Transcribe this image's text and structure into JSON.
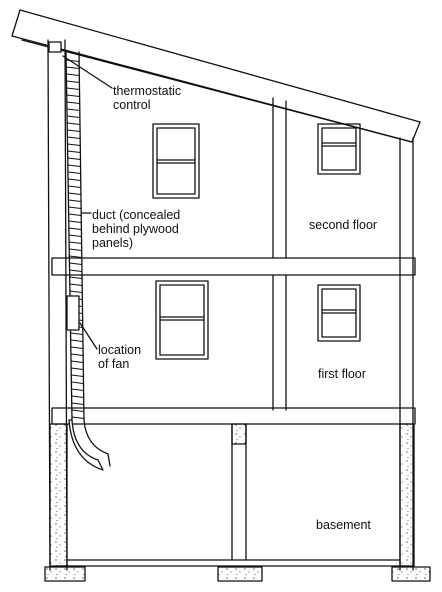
{
  "labels": {
    "thermostatic_control": [
      "thermostatic",
      "control"
    ],
    "duct": [
      "duct (concealed",
      "behind plywood",
      "panels)"
    ],
    "fan_location": [
      "location",
      "of fan"
    ],
    "second_floor": "second floor",
    "first_floor": "first floor",
    "basement": "basement"
  },
  "colors": {
    "ink": "#111111",
    "paper": "#ffffff"
  }
}
